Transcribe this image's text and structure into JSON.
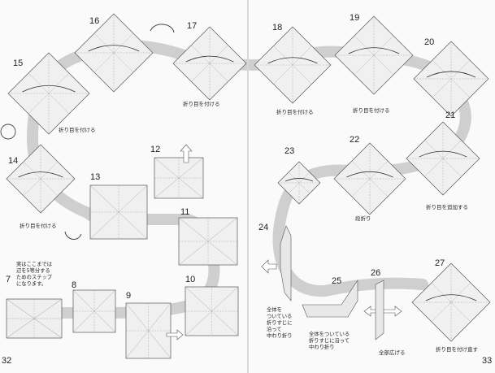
{
  "page_numbers": {
    "left": "32",
    "right": "33"
  },
  "steps": {
    "s7": "7",
    "s8": "8",
    "s9": "9",
    "s10": "10",
    "s11": "11",
    "s12": "12",
    "s13": "13",
    "s14": "14",
    "s15": "15",
    "s16": "16",
    "s17": "17",
    "s18": "18",
    "s19": "19",
    "s20": "20",
    "s21": "21",
    "s22": "22",
    "s23": "23",
    "s24": "24",
    "s25": "25",
    "s26": "26",
    "s27": "27"
  },
  "captions": {
    "c14": "折り目を付ける",
    "c15": "折り目を付ける",
    "c17": "折り目を付ける",
    "c18": "折り目を付ける",
    "c20": "折り目を付ける",
    "c21": "折り目を追加する",
    "c22": "段折り",
    "c26": "全部広げる",
    "c27": "折り目を付け直す"
  },
  "notes": {
    "n7": [
      "実はここまでは",
      "辺を5等分する",
      "ためのステップ",
      "になります。"
    ],
    "n24": [
      "全体を",
      "ついている",
      "折りすじに",
      "沿って",
      "中わり折り"
    ],
    "n25": [
      "全体をついている",
      "折りすじに沿って",
      "中わり折り"
    ]
  }
}
